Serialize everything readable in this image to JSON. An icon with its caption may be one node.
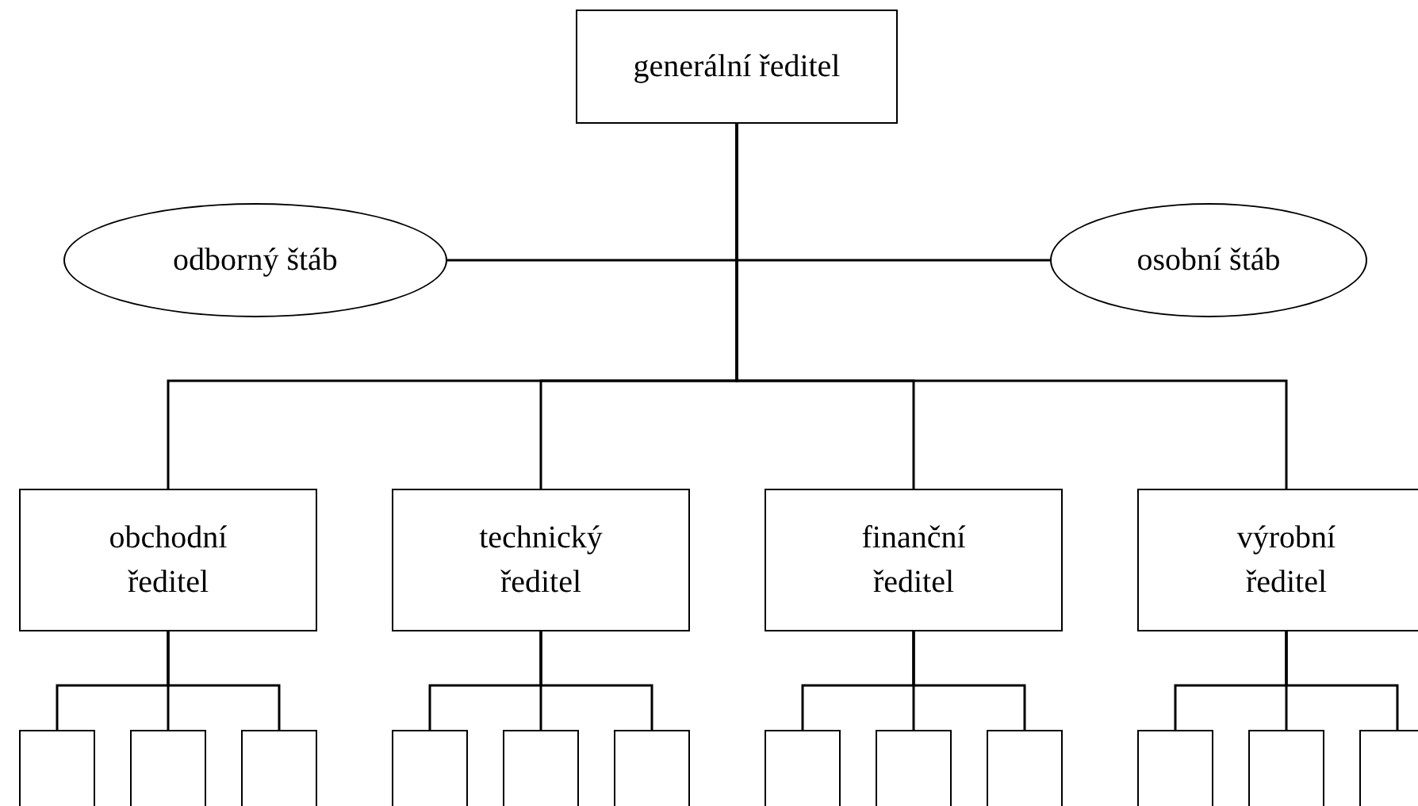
{
  "diagram": {
    "nodes": [
      {
        "text": [
          "generální ředitel"
        ]
      },
      {
        "text": [
          "odborný štáb"
        ]
      },
      {
        "text": [
          "osobní štáb"
        ]
      },
      {
        "text": [
          "obchodní ředitel"
        ]
      },
      {
        "text": [
          "technický ředitel"
        ]
      },
      {
        "text": [
          "finanční ředitel"
        ]
      },
      {
        "text": [
          "výrobní ředitel"
        ]
      },
      {
        "text": [],
        "shape": "box"
      },
      {
        "text": [],
        "shape": "box"
      },
      {
        "text": [],
        "shape": "box"
      },
      {
        "text": [],
        "shape": "box"
      },
      {
        "text": [],
        "shape": "box"
      },
      {
        "text": [],
        "shape": "box"
      },
      {
        "text": [],
        "shape": "box"
      },
      {
        "text": [],
        "shape": "box"
      },
      {
        "text": [],
        "shape": "box"
      },
      {
        "text": [],
        "shape": "box"
      },
      {
        "text": [],
        "shape": "box"
      },
      {
        "text": [],
        "shape": "box"
      }
    ],
    "edges": [
      {
        "from": 0,
        "to": 1,
        "arrow": "none"
      },
      {
        "from": 0,
        "to": 2,
        "arrow": "none"
      },
      {
        "from": 0,
        "to": 3,
        "arrow": "none"
      },
      {
        "from": 0,
        "to": 4,
        "arrow": "none"
      },
      {
        "from": 0,
        "to": 5,
        "arrow": "none"
      },
      {
        "from": 0,
        "to": 6,
        "arrow": "none"
      },
      {
        "from": 3,
        "to": 7,
        "arrow": "none"
      },
      {
        "from": 3,
        "to": 8,
        "arrow": "none"
      },
      {
        "from": 3,
        "to": 9,
        "arrow": "none"
      },
      {
        "from": 4,
        "to": 10,
        "arrow": "none"
      },
      {
        "from": 4,
        "to": 11,
        "arrow": "none"
      },
      {
        "from": 4,
        "to": 12,
        "arrow": "none"
      },
      {
        "from": 5,
        "to": 13,
        "arrow": "none"
      },
      {
        "from": 5,
        "to": 14,
        "arrow": "none"
      },
      {
        "from": 5,
        "to": 15,
        "arrow": "none"
      },
      {
        "from": 6,
        "to": 16,
        "arrow": "none"
      },
      {
        "from": 6,
        "to": 17,
        "arrow": "none"
      },
      {
        "from": 6,
        "to": 18,
        "arrow": "none"
      }
    ]
  }
}
